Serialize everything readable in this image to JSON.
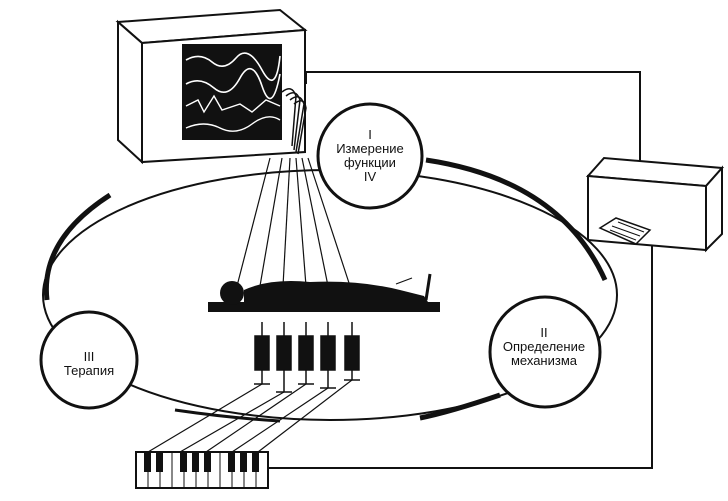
{
  "diagram": {
    "nodes": {
      "measure": {
        "lines": [
          "I",
          "Измерение",
          "функции",
          "IV"
        ]
      },
      "mechanism": {
        "lines": [
          "II",
          "Определение",
          "механизма"
        ]
      },
      "therapy": {
        "lines": [
          "III",
          "Терапия"
        ]
      }
    }
  },
  "icons": [
    "monitor-icon",
    "printer-icon",
    "patient-icon",
    "syringe-icon",
    "keyboard-icon"
  ],
  "colors": {
    "ink": "#111111",
    "paper": "#ffffff"
  }
}
